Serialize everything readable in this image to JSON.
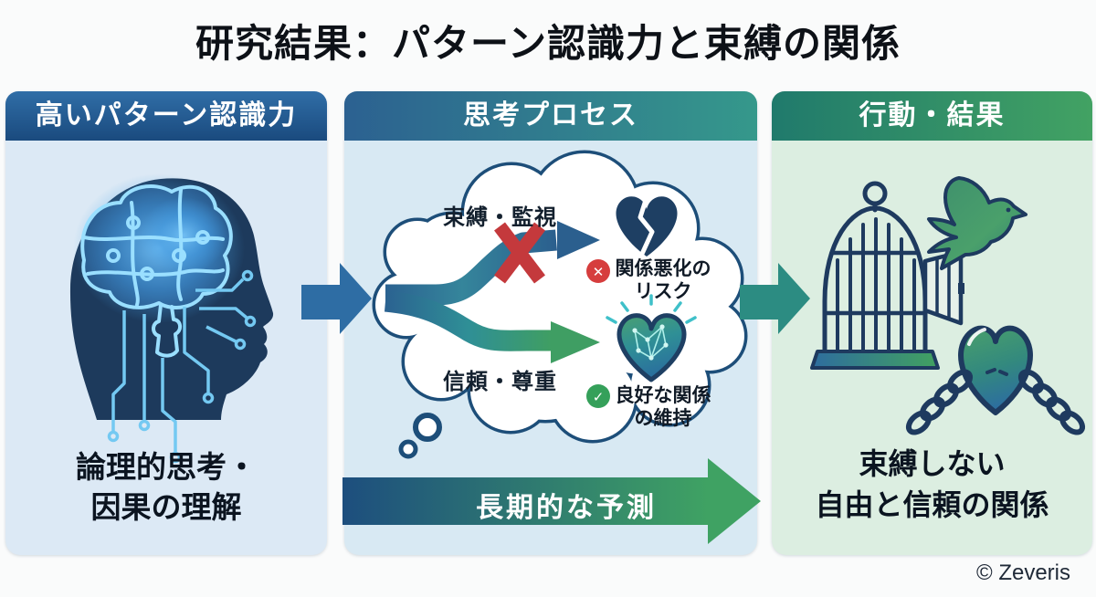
{
  "title": "研究結果：パターン認識力と束縛の関係",
  "panels": {
    "left": {
      "header": "高いパターン認識力",
      "caption_line1": "論理的思考・",
      "caption_line2": "因果の理解"
    },
    "middle": {
      "header": "思考プロセス",
      "branch_top_label": "束縛・監視",
      "branch_bottom_label": "信頼・尊重",
      "risk_line1": "関係悪化の",
      "risk_line2": "リスク",
      "good_line1": "良好な関係",
      "good_line2": "の維持",
      "bottom_arrow_label": "長期的な予測"
    },
    "right": {
      "header": "行動・結果",
      "caption_line1": "束縛しない",
      "caption_line2": "自由と信頼の関係"
    }
  },
  "footer": {
    "credit": "© Zeveris"
  },
  "icons": {
    "cross_glyph": "✕",
    "check_glyph": "✓"
  },
  "colors": {
    "header_blue": "#1a4a7e",
    "header_teal": "#35988b",
    "header_green": "#42a263",
    "panel_left_bg": "#dce9f5",
    "panel_mid_bg": "#d8e9f3",
    "panel_right_bg": "#dceee1",
    "navy_outline": "#1d4e79",
    "risk_red": "#c4393c",
    "badge_red": "#d63d3d",
    "badge_green": "#35a05a",
    "flow_arrow_blue": "#2e6da4",
    "flow_arrow_teal": "#2c8c82",
    "long_arrow_start": "#1d4e7e",
    "long_arrow_end": "#3fa263"
  }
}
